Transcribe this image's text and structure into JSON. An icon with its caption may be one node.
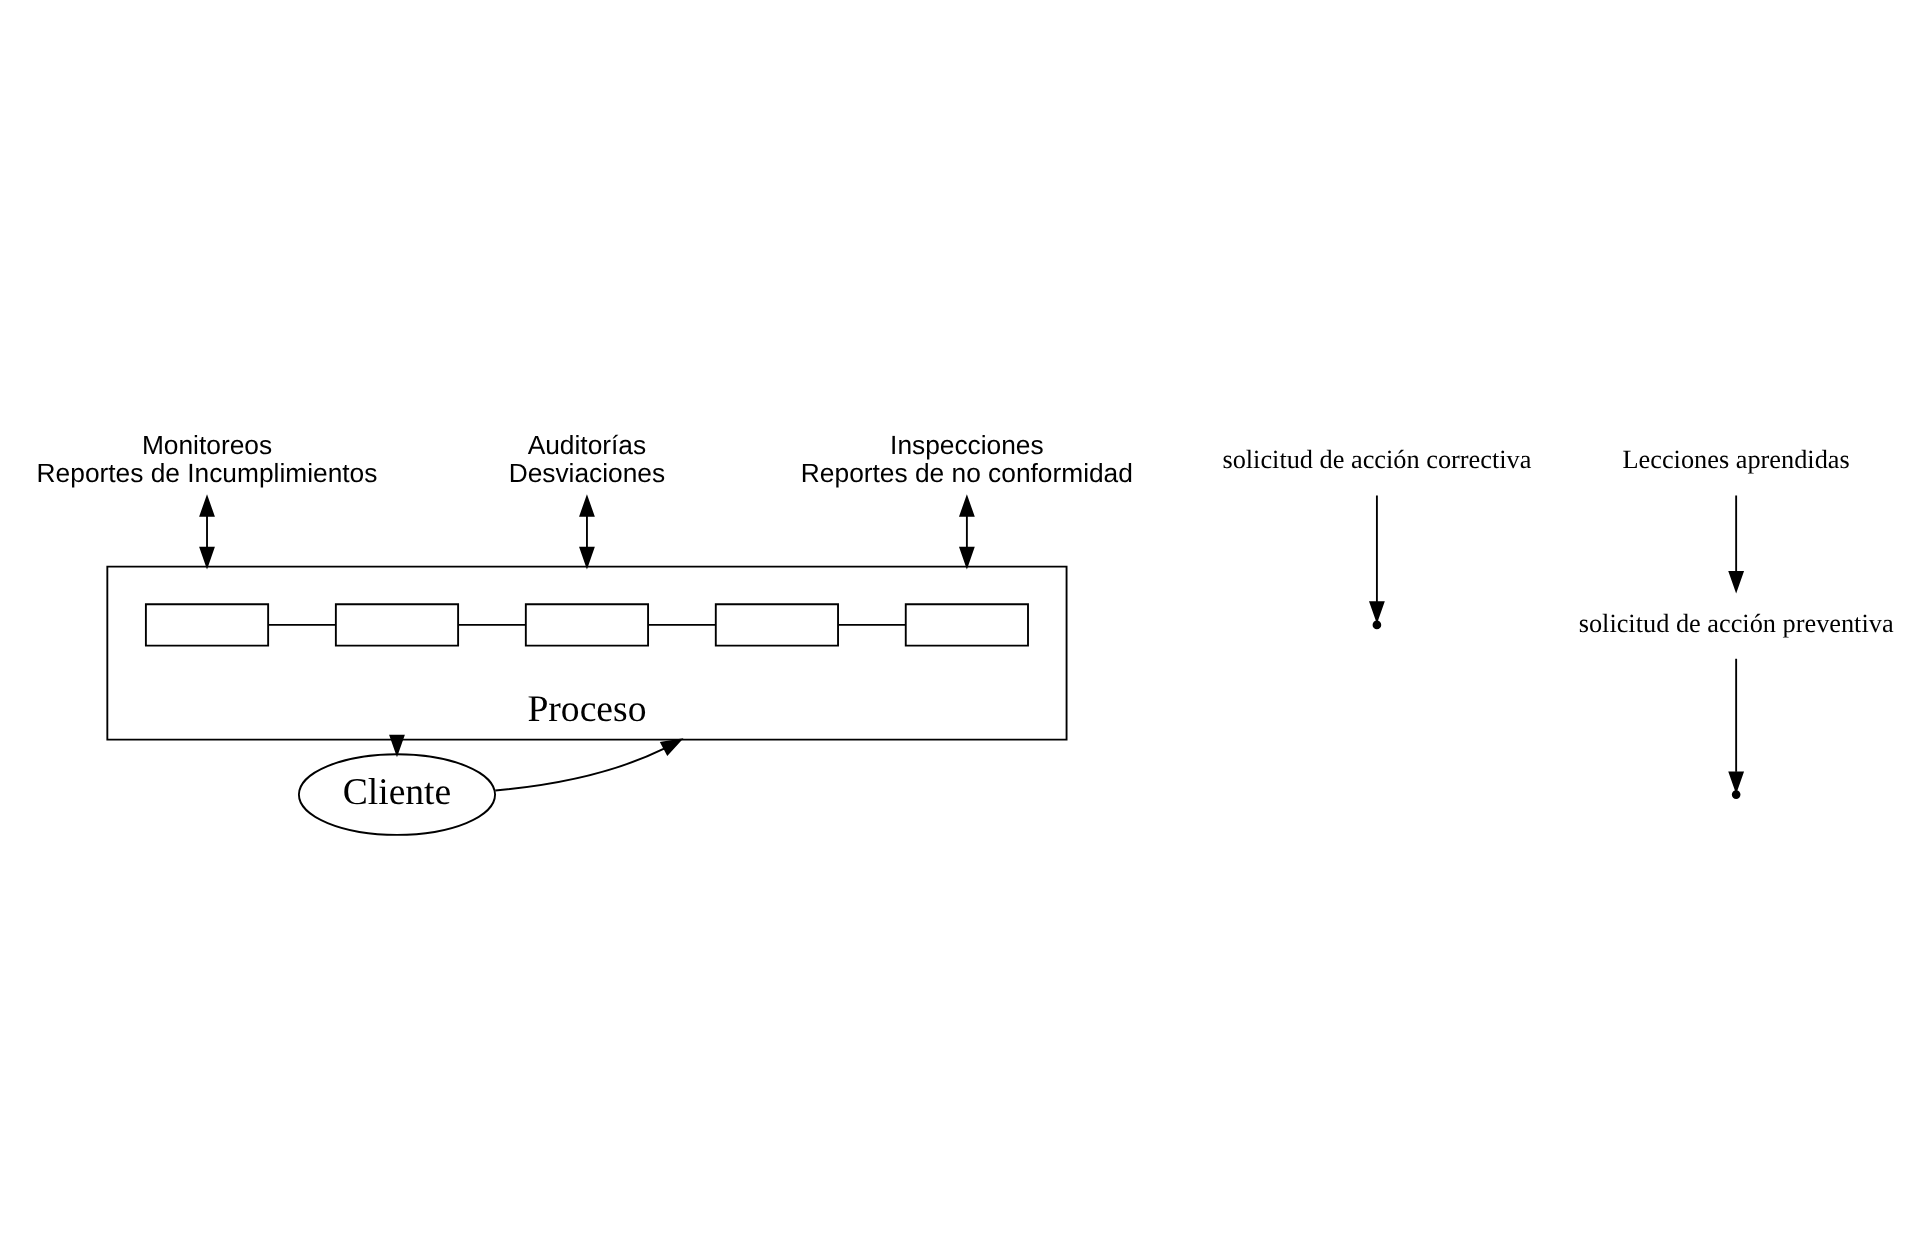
{
  "diagram": {
    "nodes": [
      {
        "text": [
          "Monitoreos",
          "Reportes de Incumplimientos"
        ]
      },
      {
        "text": [
          "Auditorías",
          "Desviaciones"
        ]
      },
      {
        "text": [
          "Inspecciones",
          "Reportes de no conformidad"
        ]
      },
      {
        "text": [
          "Proceso"
        ]
      },
      {
        "text": [],
        "shape": "box",
        "in": 3
      },
      {
        "text": [],
        "shape": "box",
        "in": 3
      },
      {
        "text": [],
        "shape": "box",
        "in": 3
      },
      {
        "text": [],
        "shape": "box",
        "in": 3
      },
      {
        "text": [],
        "shape": "box",
        "in": 3
      },
      {
        "text": [
          "Cliente"
        ]
      },
      {
        "text": [
          "solicitud de acción correctiva"
        ]
      },
      {
        "text": [
          "solicitud de acción preventiva"
        ]
      },
      {
        "text": [
          "Lecciones aprendidas"
        ]
      }
    ],
    "edges": [
      {
        "from": 0,
        "to": 3,
        "arrow": "both"
      },
      {
        "from": 1,
        "to": 3,
        "arrow": "both"
      },
      {
        "from": 2,
        "to": 3,
        "arrow": "both"
      },
      {
        "from": 4,
        "to": 5,
        "arrow": "none"
      },
      {
        "from": 5,
        "to": 6,
        "arrow": "none"
      },
      {
        "from": 6,
        "to": 7,
        "arrow": "none"
      },
      {
        "from": 7,
        "to": 8,
        "arrow": "none"
      },
      {
        "from": 3,
        "to": 9,
        "arrow": "to"
      },
      {
        "from": 9,
        "to": 3,
        "arrow": "to"
      },
      {
        "from": 10,
        "to": null,
        "arrow": "to"
      },
      {
        "from": 11,
        "to": null,
        "arrow": "to"
      },
      {
        "from": 12,
        "to": 11,
        "arrow": "to"
      }
    ]
  }
}
